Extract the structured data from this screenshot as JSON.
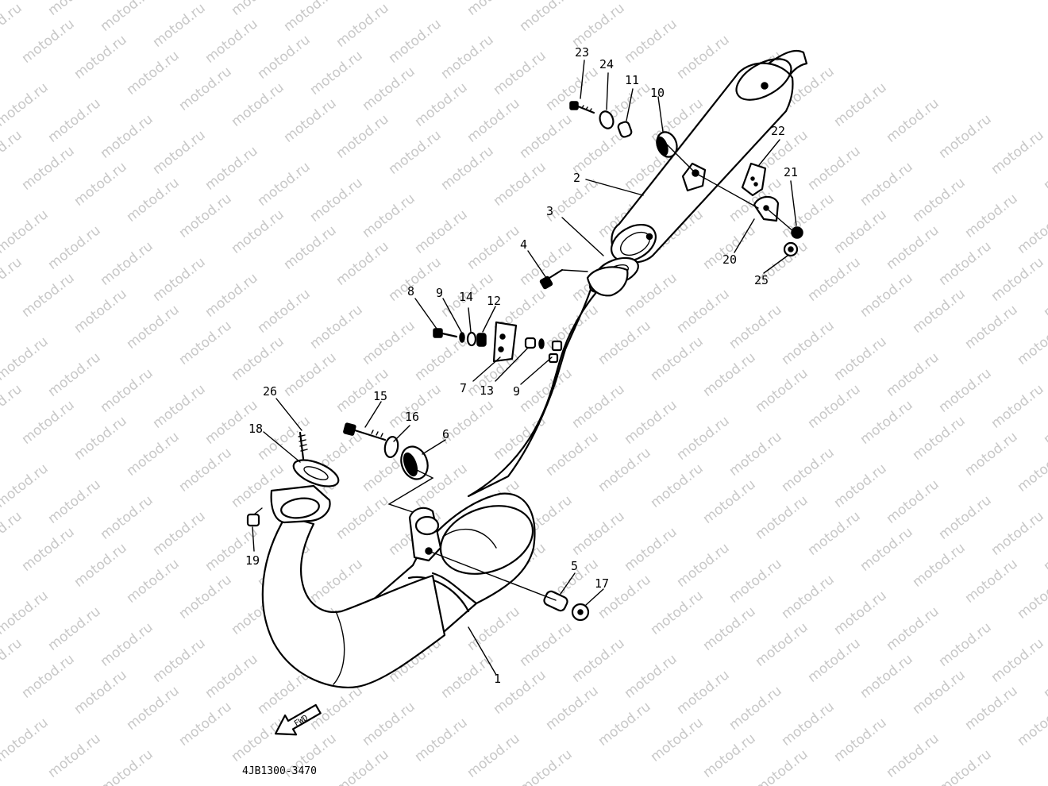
{
  "watermark": {
    "text": "motod.ru"
  },
  "part_code": "4JB1300-3470",
  "fwd_label": "FWD",
  "callouts": [
    {
      "id": "23",
      "label": "23"
    },
    {
      "id": "24",
      "label": "24"
    },
    {
      "id": "11",
      "label": "11"
    },
    {
      "id": "10",
      "label": "10"
    },
    {
      "id": "22",
      "label": "22"
    },
    {
      "id": "21",
      "label": "21"
    },
    {
      "id": "2",
      "label": "2"
    },
    {
      "id": "3",
      "label": "3"
    },
    {
      "id": "20",
      "label": "20"
    },
    {
      "id": "25",
      "label": "25"
    },
    {
      "id": "4",
      "label": "4"
    },
    {
      "id": "8",
      "label": "8"
    },
    {
      "id": "9a",
      "label": "9"
    },
    {
      "id": "14",
      "label": "14"
    },
    {
      "id": "12",
      "label": "12"
    },
    {
      "id": "7",
      "label": "7"
    },
    {
      "id": "13",
      "label": "13"
    },
    {
      "id": "9b",
      "label": "9"
    },
    {
      "id": "26",
      "label": "26"
    },
    {
      "id": "15",
      "label": "15"
    },
    {
      "id": "16",
      "label": "16"
    },
    {
      "id": "6",
      "label": "6"
    },
    {
      "id": "18",
      "label": "18"
    },
    {
      "id": "19",
      "label": "19"
    },
    {
      "id": "5",
      "label": "5"
    },
    {
      "id": "17",
      "label": "17"
    },
    {
      "id": "1",
      "label": "1"
    }
  ]
}
